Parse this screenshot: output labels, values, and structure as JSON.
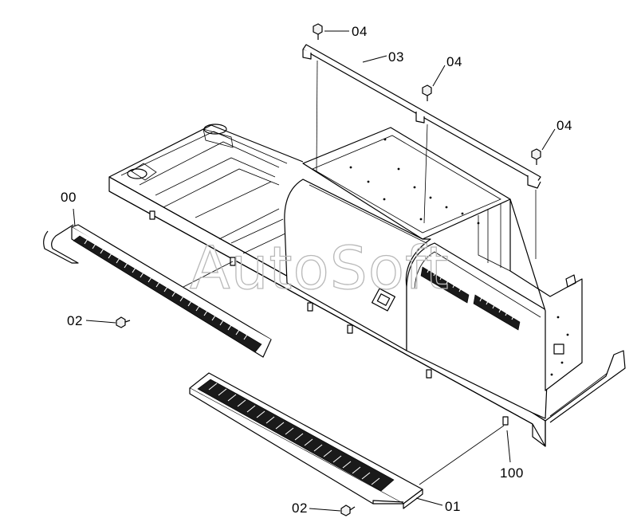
{
  "watermark": "AutoSoft",
  "callouts": {
    "c00": "00",
    "c01": "01",
    "c02a": "02",
    "c02b": "02",
    "c03": "03",
    "c04a": "04",
    "c04b": "04",
    "c04c": "04",
    "c100": "100"
  }
}
